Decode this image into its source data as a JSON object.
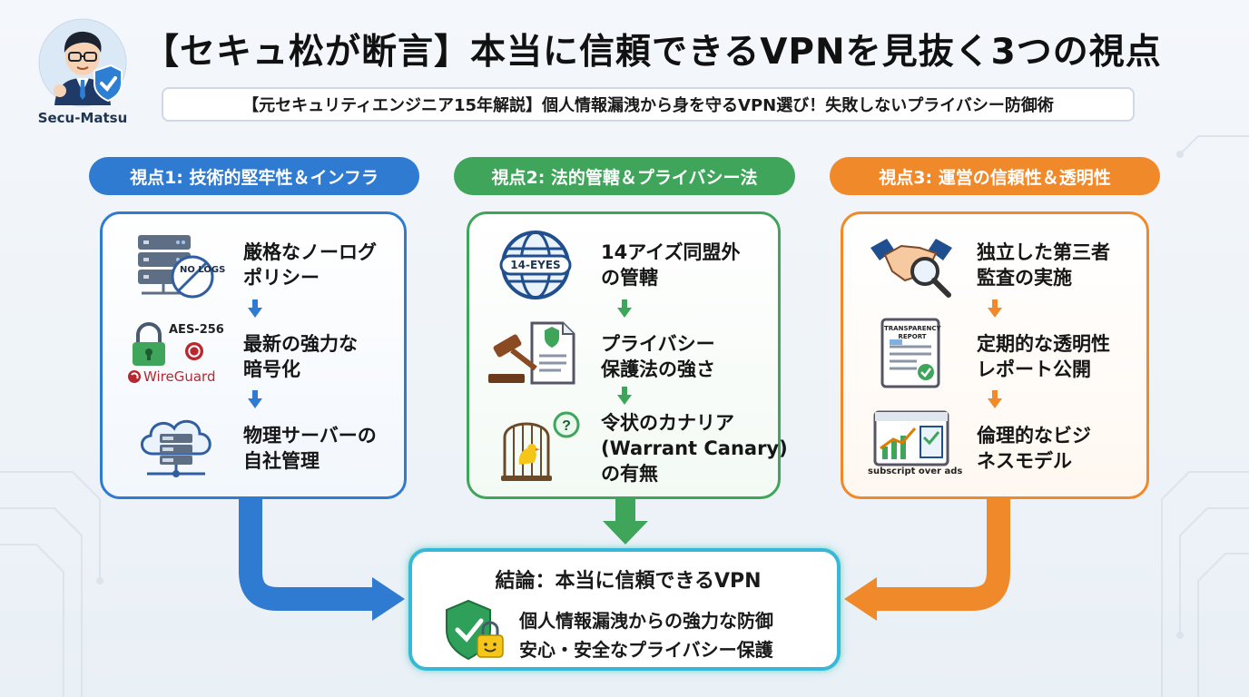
{
  "mascot": {
    "name": "Secu-Matsu"
  },
  "title": "【セキュ松が断言】本当に信頼できるVPNを見抜く3つの視点",
  "subtitle": "【元セキュリティエンジニア15年解説】個人情報漏洩から身を守るVPN選び！失敗しないプライバシー防御術",
  "columns": [
    {
      "header": "視点1: 技術的堅牢性＆インフラ",
      "color": "#2f7bd1",
      "items": [
        {
          "icon": "server-no-logs-icon",
          "icon_label": "NO LOGS",
          "line1": "厳格なノーログ",
          "line2": "ポリシー"
        },
        {
          "icon": "padlock-wireguard-icon",
          "icon_label": "AES-256",
          "icon_label2": "WireGuard",
          "line1": "最新の強力な",
          "line2": "暗号化"
        },
        {
          "icon": "cloud-server-icon",
          "line1": "物理サーバーの",
          "line2": "自社管理"
        }
      ]
    },
    {
      "header": "視点2: 法的管轄＆プライバシー法",
      "color": "#3ea55a",
      "items": [
        {
          "icon": "globe-14-eyes-icon",
          "icon_label": "14-EYES",
          "line1": "14アイズ同盟外",
          "line2": "の管轄"
        },
        {
          "icon": "gavel-document-icon",
          "line1": "プライバシー",
          "line2": "保護法の強さ"
        },
        {
          "icon": "canary-cage-icon",
          "line1": "令状のカナリア",
          "line2": "(Warrant Canary)",
          "line3": "の有無"
        }
      ]
    },
    {
      "header": "視点3: 運営の信頼性＆透明性",
      "color": "#f0892a",
      "items": [
        {
          "icon": "handshake-magnifier-icon",
          "line1": "独立した第三者",
          "line2": "監査の実施"
        },
        {
          "icon": "transparency-report-icon",
          "icon_label": "TRANSPARENCY REPORT",
          "line1": "定期的な透明性",
          "line2": "レポート公開"
        },
        {
          "icon": "dashboard-chart-icon",
          "icon_label": "subscript over ads",
          "line1": "倫理的なビジ",
          "line2": "ネスモデル"
        }
      ]
    }
  ],
  "conclusion": {
    "title": "結論：本当に信頼できるVPN",
    "line1": "個人情報漏洩からの強力な防御",
    "line2": "安心・安全なプライバシー保護",
    "icon": "shield-lock-icon"
  }
}
